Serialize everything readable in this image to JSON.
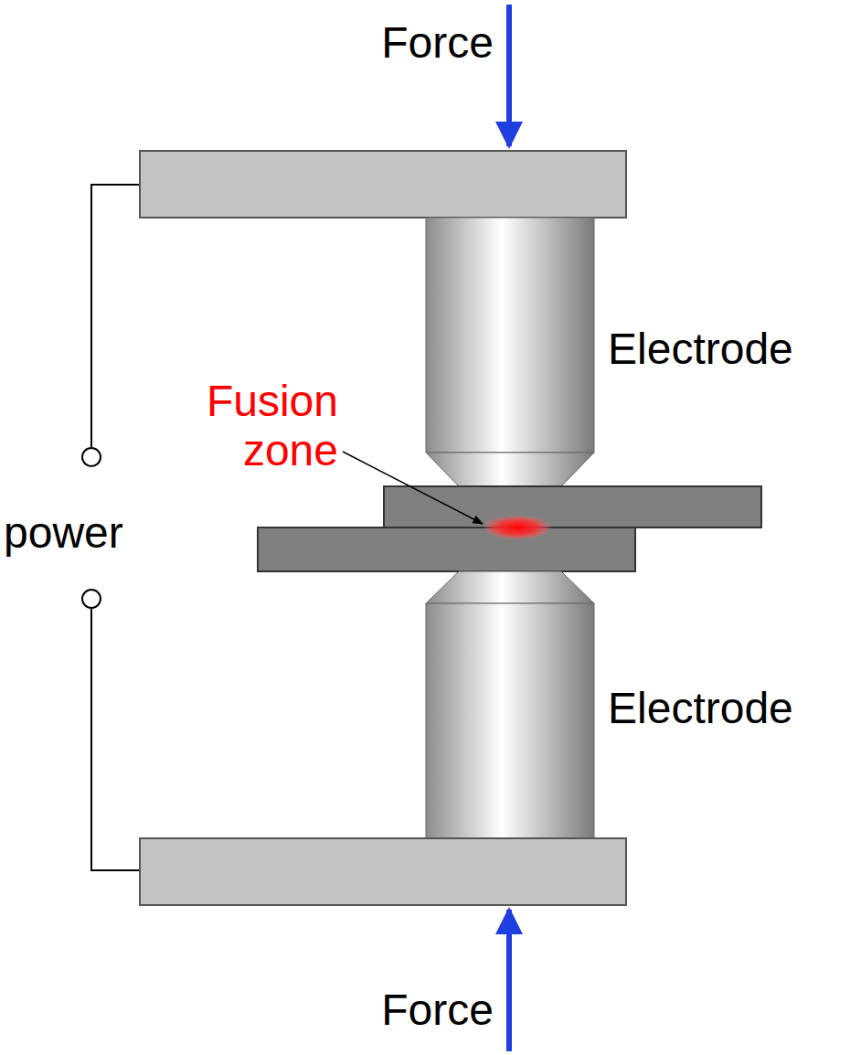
{
  "diagram": {
    "labels": [
      "Force",
      "Electrode",
      "Fusion zone",
      "power",
      "Electrode",
      "Force"
    ]
  }
}
